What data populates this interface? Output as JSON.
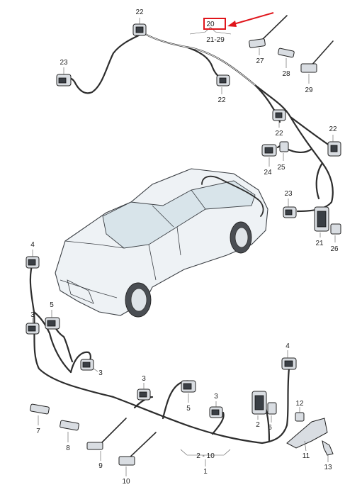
{
  "highlight": {
    "color": "#e0151b",
    "target_label": "20"
  },
  "colors": {
    "wire": "#2d2d2d",
    "connector": "#d9dde2",
    "car_body": "#eef2f5",
    "glass": "#d8e4ea"
  },
  "callouts": {
    "c20": "20",
    "c21_29": "21-29",
    "c22a": "22",
    "c22b": "22",
    "c22c": "22",
    "c22d": "22",
    "c23a": "23",
    "c23b": "23",
    "c24": "24",
    "c25": "25",
    "c26": "26",
    "c21": "21",
    "c27": "27",
    "c28": "28",
    "c29": "29",
    "c4a": "4",
    "c4b": "4",
    "c3a": "3",
    "c3b": "3",
    "c3c": "3",
    "c3d": "3",
    "c5a": "5",
    "c5b": "5",
    "c2": "2",
    "c6": "6",
    "c7": "7",
    "c8": "8",
    "c9": "9",
    "c10": "10",
    "c11": "11",
    "c12": "12",
    "c13": "13",
    "c2_10": "2 - 10",
    "c1": "1"
  }
}
